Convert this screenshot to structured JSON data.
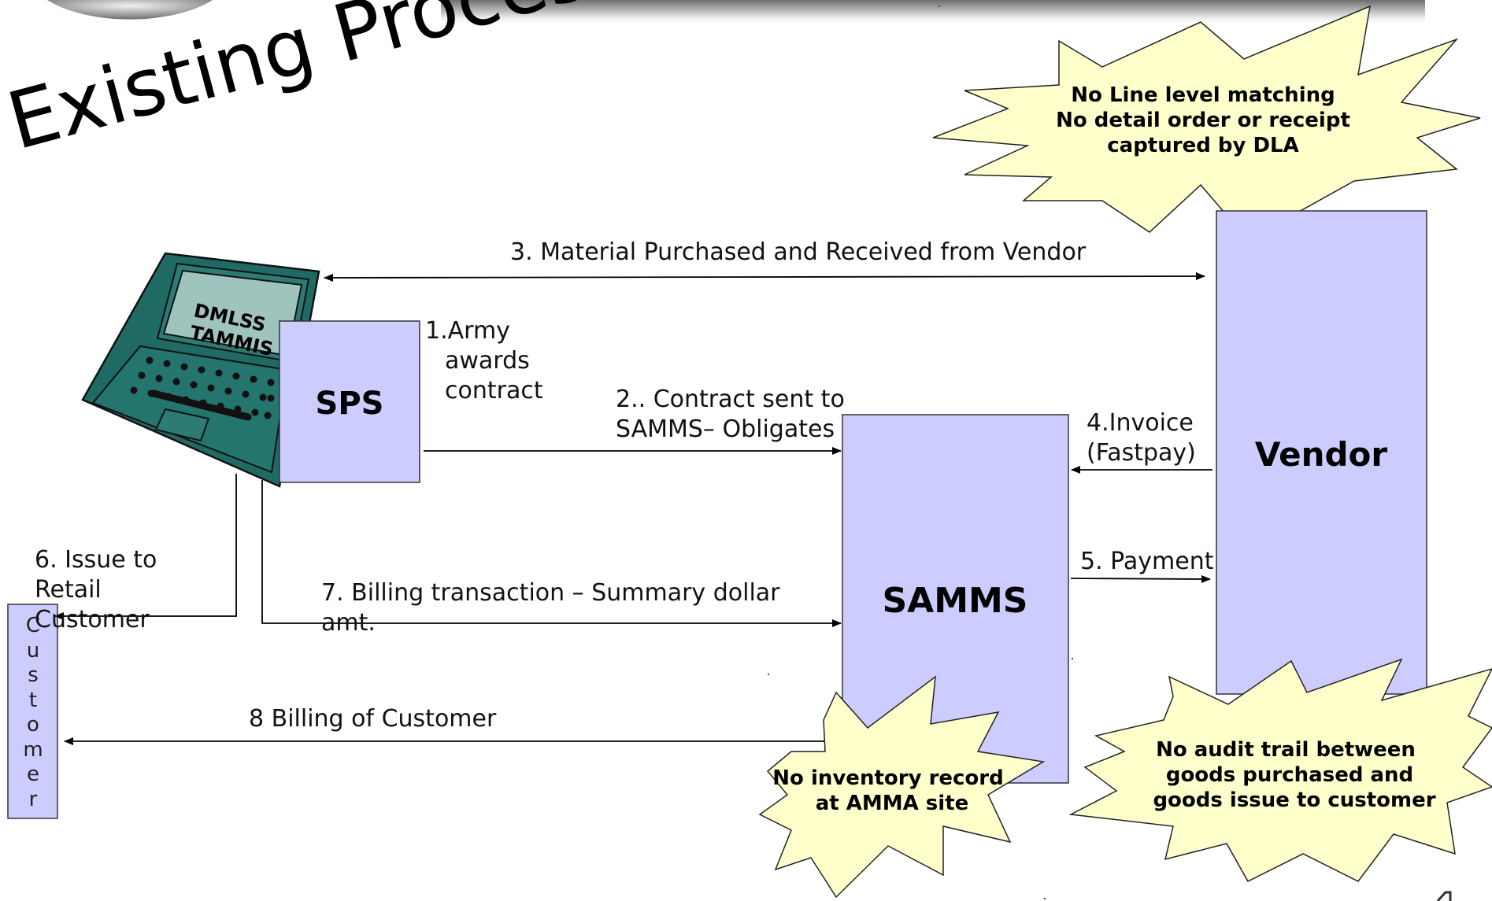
{
  "title": "Existing Process",
  "laptop_label": [
    "DMLSS",
    "TAMMIS"
  ],
  "boxes": {
    "sps": "SPS",
    "samms": "SAMMS",
    "vendor": "Vendor",
    "customer": [
      "C",
      "u",
      "s",
      "t",
      "o",
      "m",
      "e",
      "r"
    ]
  },
  "steps": {
    "s1": [
      "1.Army",
      "awards",
      "contract"
    ],
    "s2": [
      "2..  Contract sent to",
      "SAMMS– Obligates"
    ],
    "s3": "3.  Material Purchased and Received from Vendor",
    "s4": [
      "4.Invoice",
      "(Fastpay)"
    ],
    "s5": "5. Payment",
    "s6": [
      "6. Issue to",
      "Retail",
      "Customer"
    ],
    "s7": [
      "7. Billing transaction – Summary dollar",
      "amt."
    ],
    "s8": "8 Billing of Customer"
  },
  "notes": {
    "top": [
      "No Line level matching",
      "No detail order or receipt",
      "captured by DLA"
    ],
    "inventory": [
      "No inventory record",
      "at AMMA site"
    ],
    "audit": [
      "No audit trail between",
      "goods purchased and",
      "goods issue to customer"
    ]
  },
  "colors": {
    "box_fill": "#ccccff",
    "note_fill": "#ffffcc",
    "laptop_body": "#1f6b64",
    "laptop_screen": "#9fc4bd"
  }
}
